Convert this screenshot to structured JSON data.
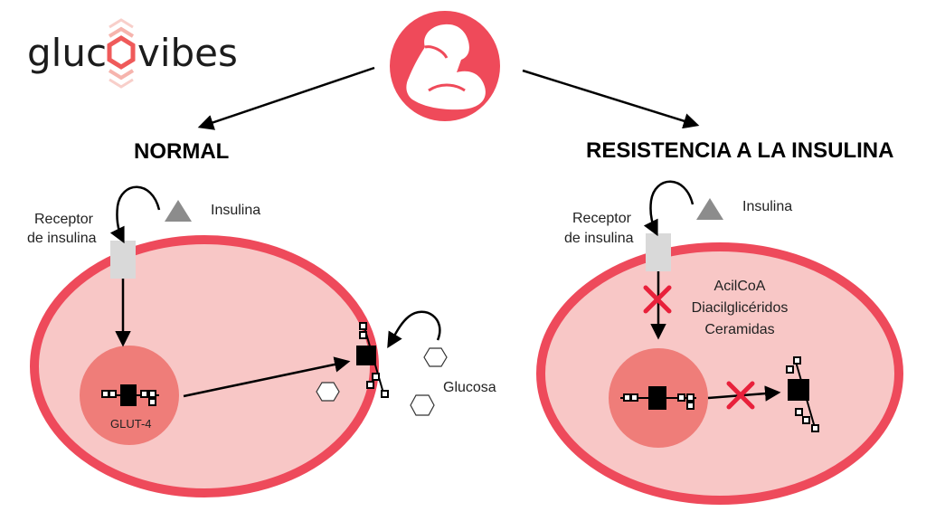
{
  "brand": {
    "name_left": "gluc",
    "name_right": "vibes",
    "colors": {
      "accent": "#ef4a5a",
      "text": "#1c1c1c",
      "logo_mark": "#f28b82"
    }
  },
  "center_icon": {
    "name": "flexed-bicep-icon",
    "background": "#ef4a5a"
  },
  "normal": {
    "title": "NORMAL",
    "receptor_label_line1": "Receptor",
    "receptor_label_line2": "de insulina",
    "insulin_label": "Insulina",
    "glut_label": "GLUT-4",
    "glucose_label": "Glucosa"
  },
  "resistance": {
    "title": "RESISTENCIA A LA INSULINA",
    "receptor_label_line1": "Receptor",
    "receptor_label_line2": "de insulina",
    "insulin_label": "Insulina",
    "inhibitors": [
      "AcilCoA",
      "Diacilglicéridos",
      "Ceramidas"
    ]
  },
  "colors": {
    "cell_membrane": "#ee4a5b",
    "cell_cytoplasm": "#f8c7c6",
    "nucleus": "#ef7d79",
    "receptor": "#d9d9d9",
    "insulin": "#8c8c8c",
    "block_x": "#e8213b"
  }
}
